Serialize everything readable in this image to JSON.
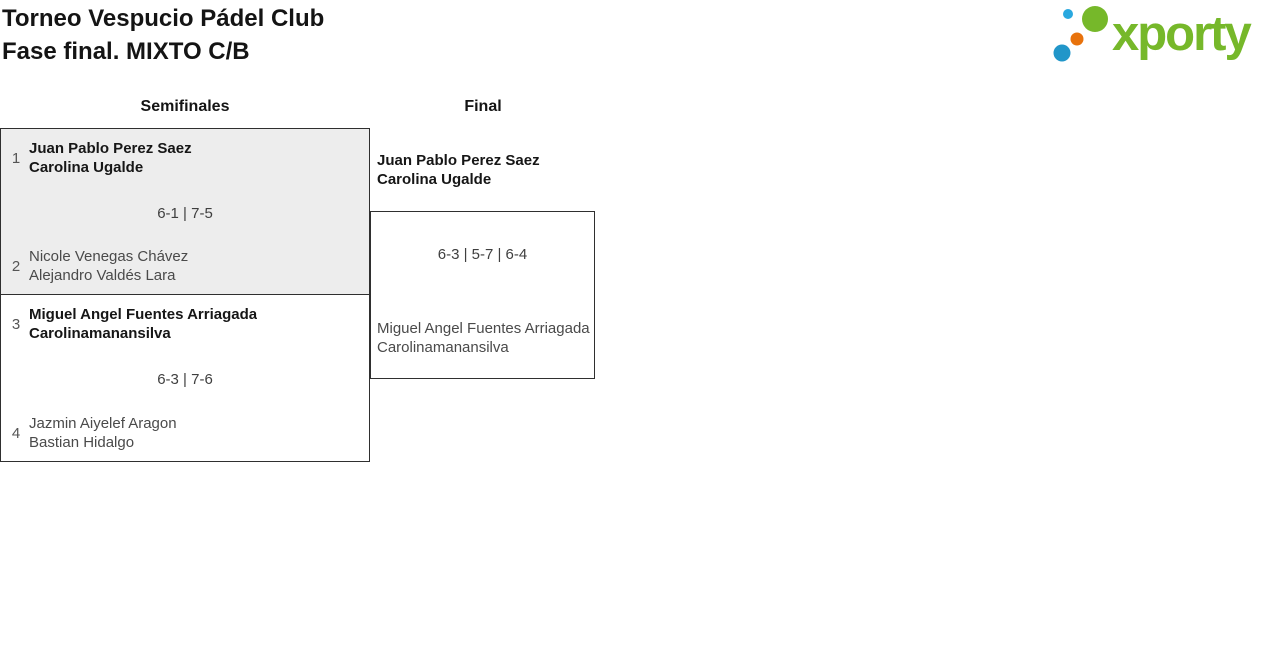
{
  "header": {
    "title": "Torneo Vespucio Pádel Club",
    "subtitle": "Fase final. MIXTO C/B"
  },
  "logo": {
    "text": "xporty",
    "colors": {
      "green": "#76b82a",
      "blue": "#2196c9",
      "light_blue": "#29a8df",
      "orange": "#e8720c"
    }
  },
  "rounds": [
    {
      "label": "Semifinales"
    },
    {
      "label": "Final"
    }
  ],
  "matches": {
    "semifinal1": {
      "seed_top": "1",
      "team_top_player1": "Juan Pablo Perez Saez",
      "team_top_player2": "Carolina Ugalde",
      "score": "6-1 | 7-5",
      "seed_bottom": "2",
      "team_bottom_player1": "Nicole Venegas Chávez",
      "team_bottom_player2": "Alejandro Valdés Lara",
      "winner": "top"
    },
    "semifinal2": {
      "seed_top": "3",
      "team_top_player1": "Miguel Angel Fuentes Arriagada",
      "team_top_player2": "Carolinamanansilva",
      "score": "6-3 | 7-6",
      "seed_bottom": "4",
      "team_bottom_player1": "Jazmin Aiyelef Aragon",
      "team_bottom_player2": "Bastian Hidalgo",
      "winner": "top"
    },
    "final": {
      "team_top_player1": "Juan Pablo Perez Saez",
      "team_top_player2": "Carolina Ugalde",
      "score": "6-3 | 5-7 | 6-4",
      "team_bottom_player1": "Miguel Angel Fuentes Arriagada",
      "team_bottom_player2": "Carolinamanansilva",
      "winner": "top"
    }
  },
  "colors": {
    "winner_text": "#161616",
    "loser_text": "#4a4a4a",
    "score_text": "#3f3f3f",
    "match_alt_background": "#ededed",
    "border": "#2f2f2f"
  }
}
